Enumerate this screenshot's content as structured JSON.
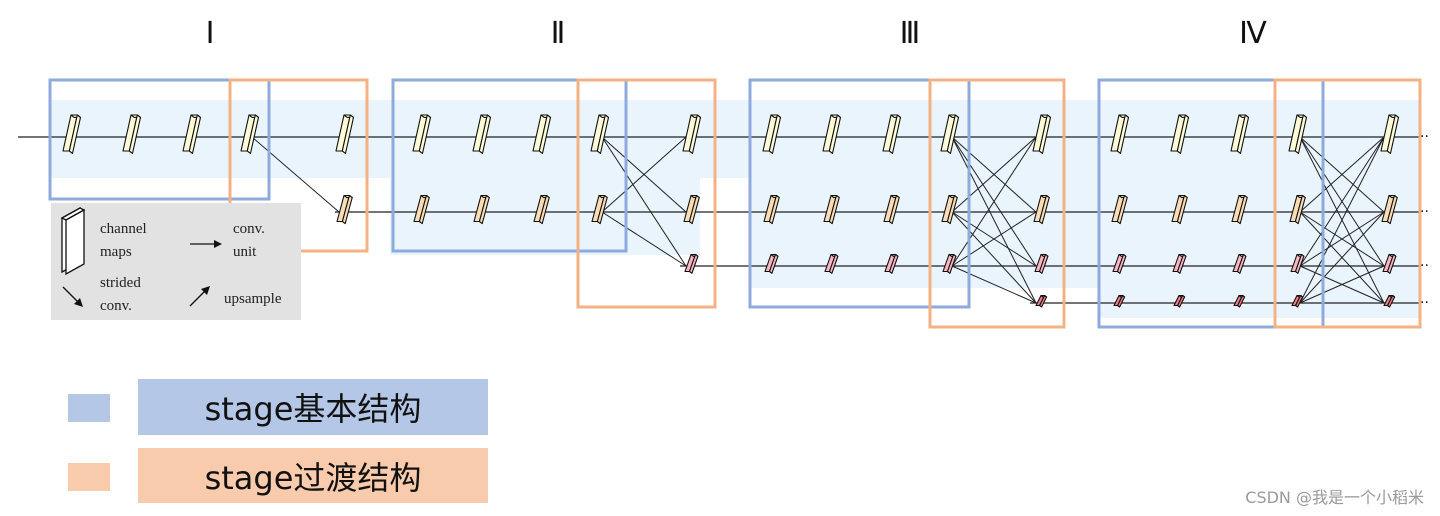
{
  "stages": [
    {
      "title": "Ⅰ"
    },
    {
      "title": "Ⅱ"
    },
    {
      "title": "Ⅲ"
    },
    {
      "title": "Ⅳ"
    }
  ],
  "inset_legend": {
    "channel_maps": [
      "channel",
      "maps"
    ],
    "conv_unit": [
      "conv.",
      "unit"
    ],
    "strided_conv": [
      "strided",
      "conv."
    ],
    "upsample": "upsample"
  },
  "legend": {
    "basic": {
      "label": "stage基本结构",
      "color": "#b4c7e7"
    },
    "transition": {
      "label": "stage过渡结构",
      "color": "#f8cbad"
    }
  },
  "colors": {
    "basic_border": "#8faadc",
    "transition_border": "#f4b183",
    "stream_bg": "#eaf4fc",
    "res1": "#fdfbd8",
    "res2": "#f9dcb5",
    "res3": "#f7b6c1",
    "res4": "#f0808a"
  },
  "watermark": "CSDN @我是一个小稻米"
}
